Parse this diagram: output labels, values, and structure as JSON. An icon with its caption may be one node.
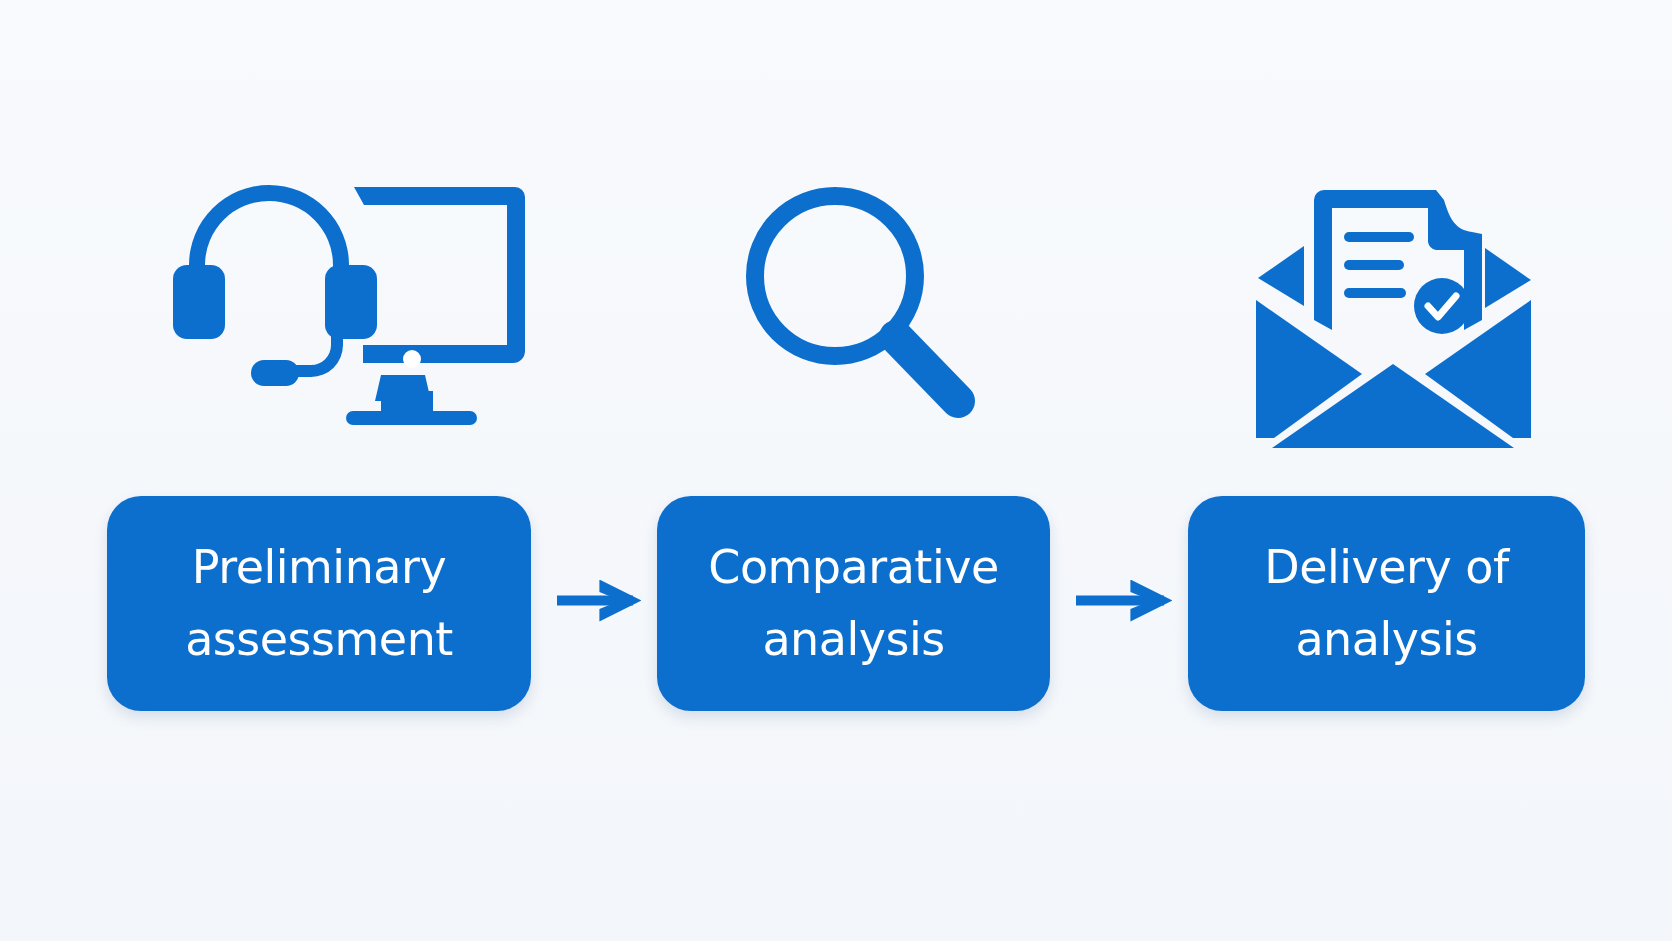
{
  "diagram": {
    "nodes": [
      {
        "text": [
          "Preliminary assessment"
        ]
      },
      {
        "text": [
          "Comparative analysis"
        ]
      },
      {
        "text": [
          "Delivery of analysis"
        ]
      }
    ],
    "edges": [
      {
        "from": 0,
        "to": 1,
        "arrow": "to"
      },
      {
        "from": 1,
        "to": 2,
        "arrow": "to"
      }
    ]
  }
}
